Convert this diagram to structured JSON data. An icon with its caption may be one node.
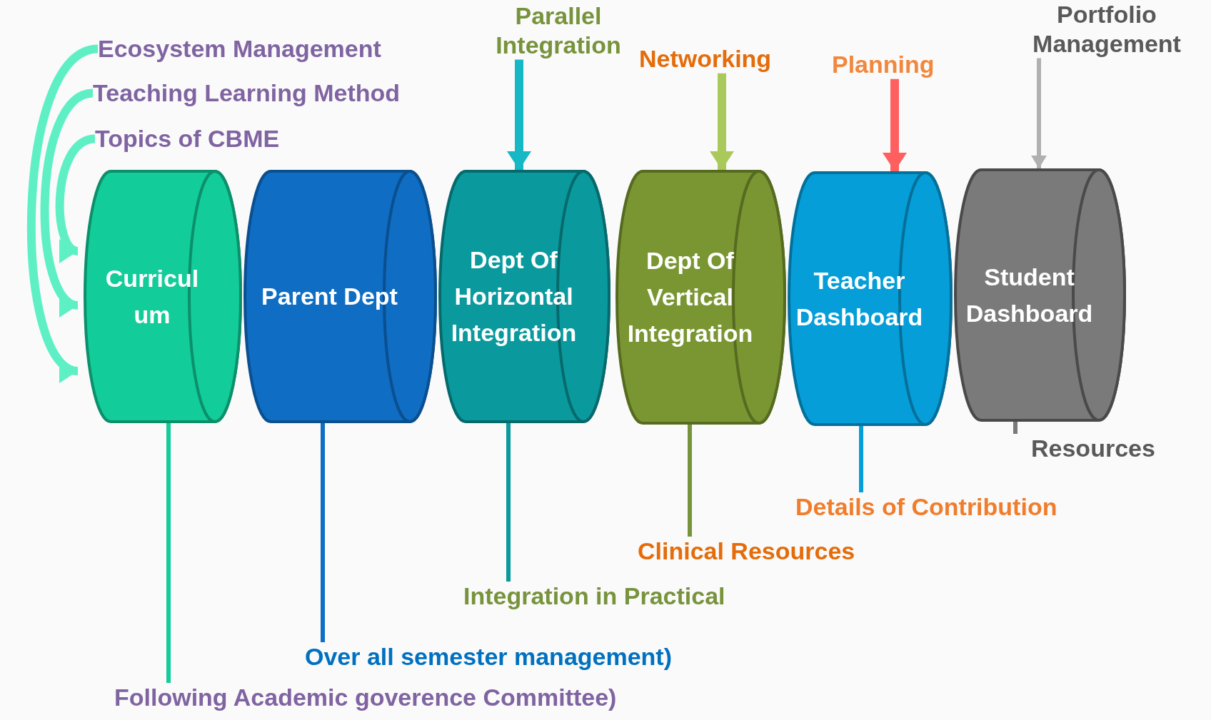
{
  "diagram": {
    "nodes": [
      {
        "text": [
          "Parallel Integration"
        ]
      },
      {
        "text": [
          "Portfolio Management"
        ]
      },
      {
        "text": [
          "Ecosystem Management"
        ]
      },
      {
        "text": [
          "Networking"
        ]
      },
      {
        "text": [
          "Planning"
        ]
      },
      {
        "text": [
          "Teaching Learning Method"
        ]
      },
      {
        "text": [
          "Topics of CBME"
        ]
      },
      {
        "text": [
          "Curricul um"
        ]
      },
      {
        "text": [
          "Parent Dept"
        ]
      },
      {
        "text": [
          "Dept Of Horizontal Integration"
        ]
      },
      {
        "text": [
          "Dept Of Vertical Integration"
        ]
      },
      {
        "text": [
          "Teacher Dashboard"
        ]
      },
      {
        "text": [
          "Student Dashboard"
        ]
      },
      {
        "text": [
          "Resources"
        ]
      },
      {
        "text": [
          "Details of Contribution"
        ]
      },
      {
        "text": [
          "Clinical Resources"
        ]
      },
      {
        "text": [
          "Integration in Practical"
        ]
      },
      {
        "text": [
          "Over all semester management)"
        ]
      },
      {
        "text": [
          "Following Academic goverence Committee)"
        ]
      }
    ],
    "edges": [
      {
        "from": 2,
        "to": 7,
        "arrow": "to",
        "style": "thick",
        "color": "#5ef0c4"
      },
      {
        "from": 5,
        "to": 7,
        "arrow": "to",
        "style": "thick",
        "color": "#5ef0c4"
      },
      {
        "from": 6,
        "to": 7,
        "arrow": "to",
        "style": "thick",
        "color": "#5ef0c4"
      },
      {
        "from": 0,
        "to": 9,
        "arrow": "to",
        "style": "thick",
        "color": "#17b8c6"
      },
      {
        "from": 3,
        "to": 10,
        "arrow": "to",
        "style": "thick",
        "color": "#a9c95a"
      },
      {
        "from": 4,
        "to": 11,
        "arrow": "to",
        "style": "thick",
        "color": "#ff5f5f"
      },
      {
        "from": 1,
        "to": 12,
        "arrow": "to",
        "color": "#b0b0b0"
      },
      {
        "from": 7,
        "to": 18,
        "arrow": "none",
        "color": "#12cc99"
      },
      {
        "from": 8,
        "to": 17,
        "arrow": "none",
        "color": "#0f6dc4"
      },
      {
        "from": 9,
        "to": 16,
        "arrow": "none",
        "color": "#0a9a9e"
      },
      {
        "from": 10,
        "to": 15,
        "arrow": "none",
        "color": "#77933c"
      },
      {
        "from": 11,
        "to": 14,
        "arrow": "none",
        "color": "#069ed8"
      },
      {
        "from": 12,
        "to": 13,
        "arrow": "none",
        "color": "#7a7a7a"
      }
    ]
  }
}
